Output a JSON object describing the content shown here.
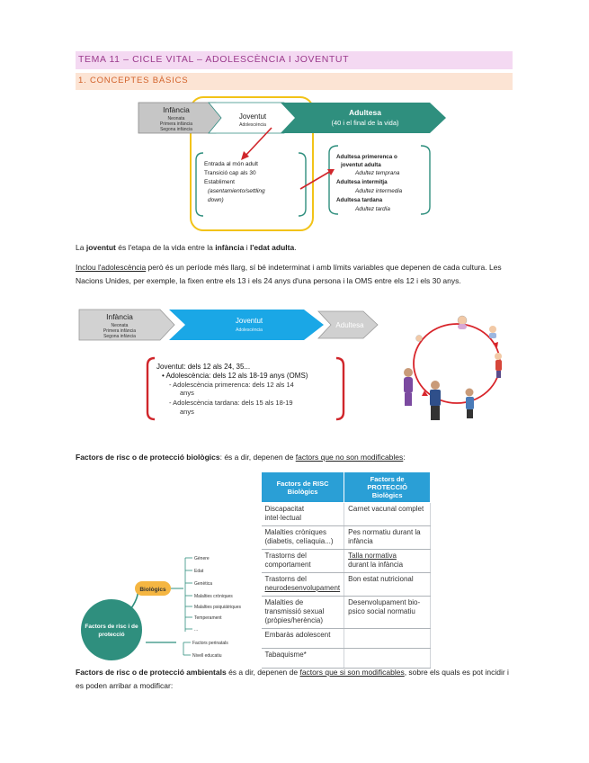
{
  "header": {
    "title": "TEMA 11 – CICLE VITAL – ADOLESCÈNCIA I JOVENTUT",
    "section": "1. CONCEPTES BÀSICS"
  },
  "diagram1": {
    "infancia_title": "Infància",
    "infancia_lines": [
      "Neonata",
      "Primera infància",
      "Segona infància"
    ],
    "joventut_title": "Joventut",
    "joventut_sub": "Adolescència",
    "adultesa_title": "Adultesa",
    "adultesa_sub": "(40 i el final de la vida)",
    "left_box": [
      "Entrada al món adult",
      "Transició cap als 30",
      "Establiment"
    ],
    "left_box_italic": [
      "(asentamiento/settling",
      "down)"
    ],
    "right_box": [
      {
        "label": "Adultesa primerenca o",
        "label2": "joventut adulta",
        "sub": "Adultez temprana"
      },
      {
        "label": "Adultesa intermitja",
        "sub": "Adultez intermedia"
      },
      {
        "label": "Adultesa tardana",
        "sub": "Adultez tardía"
      }
    ]
  },
  "para1": {
    "p1": "La ",
    "b1": "joventut",
    "p2": " és l'etapa de la vida entre la ",
    "b2": "infància",
    "p3": " i ",
    "b3": "l'edat adulta",
    "p4": "."
  },
  "para2": {
    "u1": "Inclou l'adolescència",
    "text": " però és un període més llarg, sí bé indeterminat i amb límits variables que depenen de cada cultura. Les Nacions Unides, per exemple, la fixen entre els 13 i els 24 anys d'una persona i la OMS entre els 12 i els 30 anys."
  },
  "diagram2": {
    "infancia_title": "Infància",
    "infancia_lines": [
      "Neonata",
      "Primera infància",
      "Segona infància"
    ],
    "joventut_title": "Joventut",
    "joventut_sub": "Adolescència",
    "adultesa_title": "Adultesa",
    "box_line1": "Joventut: dels 12 als 24, 35...",
    "box_line2": "• Adolescència: dels 12 als 18-19 anys (OMS)",
    "box_line3a": "- Adolescència primerenca: dels 12 als 14",
    "box_line3b": "anys",
    "box_line4a": "- Adolescència tardana: dels 15 als 18-19",
    "box_line4b": "anys"
  },
  "para3": {
    "b1": "Factors de risc o de protecció biològics",
    "p1": ": és a dir, depenen de ",
    "u1": "factors que no son modificables",
    "p2": ":"
  },
  "mindmap": {
    "center": [
      "Factors de risc i de",
      "protecció"
    ],
    "node": "Biològics",
    "leaves": [
      "Gènere",
      "Edat",
      "Genètica",
      "Malalties cròniques",
      "Malalties psiquiàtriques",
      "Temperament",
      "..."
    ],
    "lower_leaves": [
      "Factors perinatals",
      "Nivell educatiu"
    ]
  },
  "table": {
    "headers": [
      [
        "Factors de RISC",
        "Biològics"
      ],
      [
        "Factors de",
        "PROTECCIÓ",
        "Biològics"
      ]
    ],
    "rows": [
      [
        [
          "Discapacitat",
          "intel·lectual"
        ],
        [
          "Carnet vacunal complet"
        ]
      ],
      [
        [
          "Malalties cròniques",
          "(diabetis, celíaquia...)"
        ],
        [
          "Pes normatiu durant la",
          "infància"
        ]
      ],
      [
        [
          "Trastorns del",
          "comportament"
        ],
        [
          "Talla normativa",
          "durant la infància"
        ]
      ],
      [
        [
          "Trastorns del",
          "neurodesenvolupament"
        ],
        [
          "Bon estat nutricional"
        ]
      ],
      [
        [
          "Malalties de",
          "transmissió sexual",
          "(pròpies/herència)"
        ],
        [
          "Desenvolupament bio-",
          "psico social normatiu"
        ]
      ],
      [
        [
          "Embaràs adolescent"
        ],
        []
      ],
      [
        [
          "Tabaquisme*"
        ],
        []
      ]
    ]
  },
  "para4": {
    "b1": "Factors de risc o de protecció ambientals",
    "p1": " és a dir, depenen de ",
    "u1": "factors que si son modificables",
    "p2": ", sobre els quals es pot incidir i es poden arribar a modificar:"
  }
}
